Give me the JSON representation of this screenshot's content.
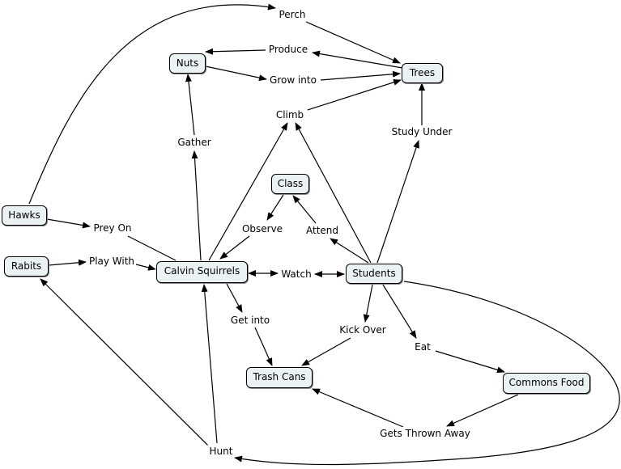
{
  "concepts": {
    "nuts": "Nuts",
    "trees": "Trees",
    "class": "Class",
    "hawks": "Hawks",
    "rabits": "Rabits",
    "calvin_squirrels": "Calvin Squirrels",
    "students": "Students",
    "trash_cans": "Trash Cans",
    "commons_food": "Commons Food"
  },
  "links": {
    "perch": "Perch",
    "produce": "Produce",
    "grow_into": "Grow into",
    "climb": "Climb",
    "study_under": "Study Under",
    "gather": "Gather",
    "observe": "Observe",
    "attend": "Attend",
    "prey_on": "Prey On",
    "play_with": "Play With",
    "watch": "Watch",
    "get_into": "Get into",
    "kick_over": "Kick Over",
    "eat": "Eat",
    "gets_thrown_away": "Gets Thrown Away",
    "hunt": "Hunt"
  },
  "colors": {
    "node_fill": "#eaf2f4",
    "line": "#000000"
  }
}
